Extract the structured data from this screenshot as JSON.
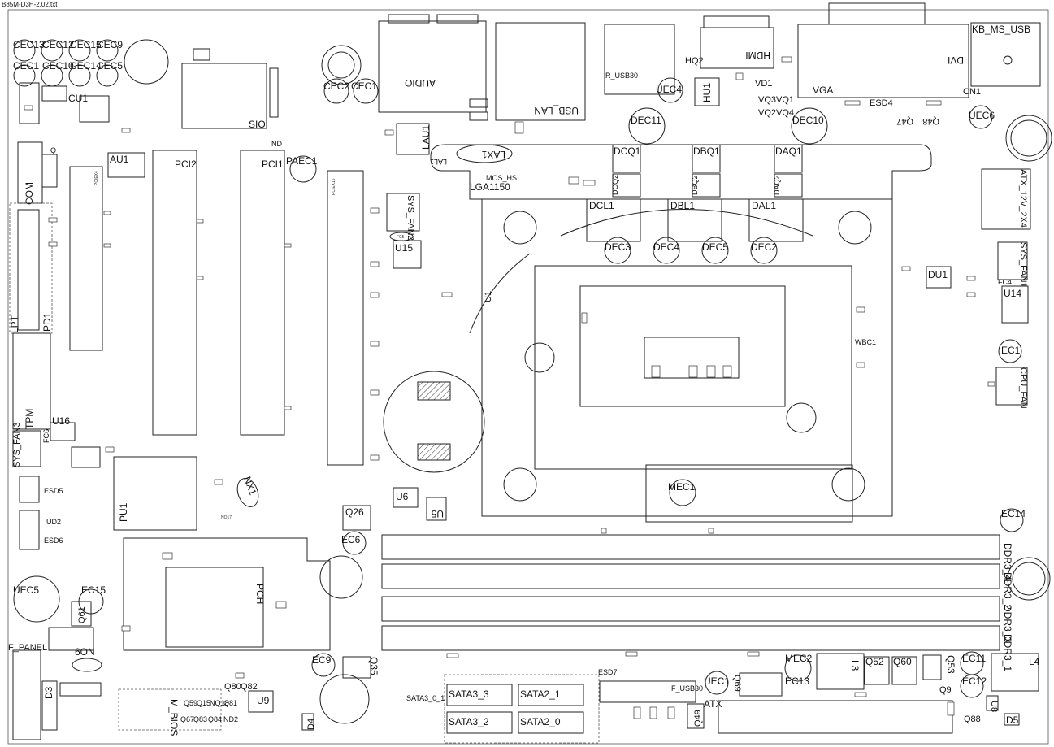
{
  "header": {
    "filename": "B85M-D3H-2.02.txt"
  },
  "board": {
    "line_color": "#222222",
    "background": "#ffffff"
  },
  "labels": {
    "cec13": "CEC13",
    "cec12": "CEC12",
    "cec15": "CEC15",
    "cec9": "CEC9",
    "cec1_left": "CEC1",
    "cec10": "CEC10",
    "cec14": "CEC14",
    "cec5": "CEC5",
    "cu1": "CU1",
    "com": "COM",
    "au1": "AU1",
    "pci2": "PCI2",
    "pci1": "PCI1",
    "sio": "SIO",
    "nd": "ND",
    "paec1": "PAEC1",
    "cec2": "CEC2",
    "cec1_audio": "CEC1",
    "audio": "AUDIO",
    "usb_lan": "USB_LAN",
    "lau1": "LAU1",
    "lax1": "LAX1",
    "lal1": "LAL1",
    "mos_hs": "MOS_HS",
    "lga1150": "LGA1150",
    "sys_fan2": "SYS_FAN2",
    "fc5": "FC5",
    "u15": "U15",
    "r_usb30": "R_USB30",
    "uec4": "UEC4",
    "dec11": "DEC11",
    "hq2": "HQ2",
    "hdmi": "HDMI",
    "hu1": "HU1",
    "vd1": "VD1",
    "vq3": "VQ3",
    "vq1": "VQ1",
    "vq2": "VQ2",
    "vq4": "VQ4",
    "dvi": "DVI",
    "vga": "VGA",
    "esd4": "ESD4",
    "q47": "Q47",
    "q48": "Q48",
    "dec10": "DEC10",
    "kb_ms_usb": "KB_MS_USB",
    "cn1": "CN1",
    "uec6": "UEC6",
    "dcq1": "DCQ1",
    "dbq1": "DBQ1",
    "daq1": "DAQ1",
    "dcq2": "DCQ2",
    "dbq2": "DBQ2",
    "daq2": "DAQ2",
    "dcl1": "DCL1",
    "dbl1": "DBL1",
    "dal1": "DAL1",
    "dec3": "DEC3",
    "dec4": "DEC4",
    "dec5": "DEC5",
    "dec2": "DEC2",
    "atx_12v": "ATX_12V_2X4",
    "sys_fan1": "SYS_FAN1",
    "fc4": "FC4",
    "du1": "DU1",
    "u14": "U14",
    "ec1": "EC1",
    "cpu_fan": "CPU_FAN",
    "wbc1": "WBC1",
    "u1": "U1",
    "lpt": "LPT",
    "pd1": "PD1",
    "tpm": "TPM",
    "u16": "U16",
    "sys_fan3": "SYS_FAN3",
    "fc6": "FC6",
    "esd5": "ESD5",
    "ud2": "UD2",
    "esd6": "ESD6",
    "pu1": "PU1",
    "nx1": "NX1",
    "nq17": "NQ17",
    "q26": "Q26",
    "u6": "U6",
    "u5": "U5",
    "ec6": "EC6",
    "mec1": "MEC1",
    "ec14": "EC14",
    "pch": "PCH",
    "uec5": "UEC5",
    "ec15": "EC15",
    "q61": "Q61",
    "f_panel": "F_PANEL",
    "son": "6ON",
    "d3": "D3",
    "ec9": "EC9",
    "q35": "Q35",
    "ddr3_4": "DDR3_4",
    "ddr3_2": "DDR3_2",
    "ddr3_3": "DDR3_3",
    "ddr3_1": "DDR3_1",
    "mec2": "MEC2",
    "l3": "L3",
    "q52": "Q52",
    "q60": "Q60",
    "q53": "Q53",
    "ec11": "EC11",
    "ec12": "EC12",
    "l4": "L4",
    "ec13": "EC13",
    "uec1": "UEC1",
    "q69": "Q69",
    "f_usb30": "F_USB30",
    "atx": "ATX",
    "q49": "Q49",
    "esd7": "ESD7",
    "sata3_0_1": "SATA3_0_1",
    "sata3_3": "SATA3_3",
    "sata2_1": "SATA2_1",
    "sata3_2": "SATA3_2",
    "sata2_0": "SATA2_0",
    "q9": "Q9",
    "u8": "U8",
    "d5": "D5",
    "q88": "Q88",
    "m_bios": "M_BIOS",
    "q80": "Q80",
    "q82": "Q82",
    "u9": "U9",
    "d4": "D4",
    "q67": "Q67",
    "q83": "Q83",
    "q84": "Q84",
    "nd2": "ND2",
    "q81": "Q81",
    "q15": "Q15",
    "nq18": "NQ18",
    "q59": "Q59",
    "pcie4": "PCIEX4",
    "pcie16": "PCIEX16"
  }
}
